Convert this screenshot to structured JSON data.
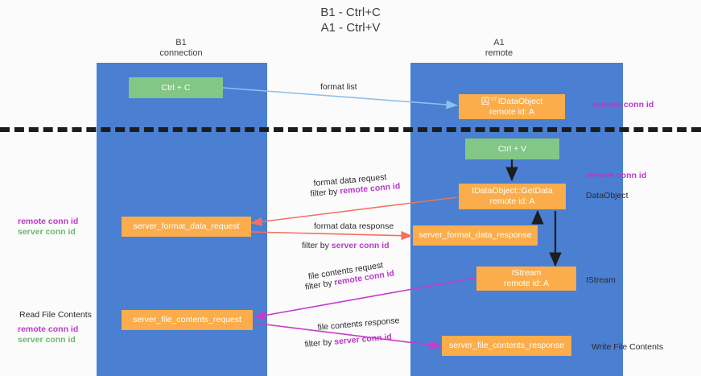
{
  "title_lines": [
    "B1 - Ctrl+C",
    "A1 - Ctrl+V"
  ],
  "lanes": [
    {
      "name": "B1",
      "sub": "connection"
    },
    {
      "name": "A1",
      "sub": "remote"
    }
  ],
  "boxes": [
    {
      "id": "ctrl-c",
      "kind": "green",
      "lines": [
        "Ctrl + C"
      ]
    },
    {
      "id": "idataobject-remote",
      "kind": "orange",
      "lines": [
        "囚乊IDataObject",
        "remote id: A"
      ]
    },
    {
      "id": "ctrl-v",
      "kind": "green",
      "lines": [
        "Ctrl + V"
      ]
    },
    {
      "id": "getdata",
      "kind": "orange",
      "lines": [
        "IDataObject::GetData",
        "remote id: A"
      ]
    },
    {
      "id": "server-format-data-request",
      "kind": "orange",
      "lines": [
        "server_format_data_request"
      ]
    },
    {
      "id": "server-format-data-response",
      "kind": "orange",
      "lines": [
        "server_format_data_response"
      ]
    },
    {
      "id": "istream",
      "kind": "orange",
      "lines": [
        "IStream",
        "remote id: A"
      ]
    },
    {
      "id": "server-file-contents-request",
      "kind": "orange",
      "lines": [
        "server_file_contents_request"
      ]
    },
    {
      "id": "server-file-contents-response",
      "kind": "orange",
      "lines": [
        "server_file_contents_response"
      ]
    }
  ],
  "edge_labels": {
    "format_list": "format list",
    "format_data_request": "format data request",
    "format_data_request_filter_prefix": "filter by ",
    "format_data_request_filter_key": "remote conn id",
    "format_data_response": "format data response",
    "format_data_response_filter_prefix": "filter by ",
    "format_data_response_filter_key": "server conn id",
    "file_contents_request": "file contents request",
    "file_contents_request_filter_prefix": "filter by ",
    "file_contents_request_filter_key": "remote conn id",
    "file_contents_response": "file contents response",
    "file_contents_response_filter_prefix": "filter by ",
    "file_contents_response_filter_key": "server conn id"
  },
  "side_notes": {
    "right_remote_conn_id_top": "remote conn id",
    "right_remote_conn_id_mid": "remote conn id",
    "right_dataobject": "DataObject",
    "right_istream": "IStream",
    "right_write_file_contents": "Write File Contents",
    "left_remote_conn_id_mid": "remote conn id",
    "left_server_conn_id_mid": "server conn id",
    "left_read_file_contents": "Read File Contents",
    "left_remote_conn_id_bot": "remote conn id",
    "left_server_conn_id_bot": "server conn id"
  },
  "colors": {
    "lane": "#4a7fd1",
    "green_box": "#82c785",
    "orange_box": "#fbad4b",
    "purple_text": "#b63bc7",
    "green_text": "#6aba6e",
    "red_arrow": "#f4705f",
    "magenta_arrow": "#c63ccb",
    "blue_arrow": "#8fc0ea",
    "black_arrow": "#1d1d1d",
    "background": "#fbfbfb"
  }
}
